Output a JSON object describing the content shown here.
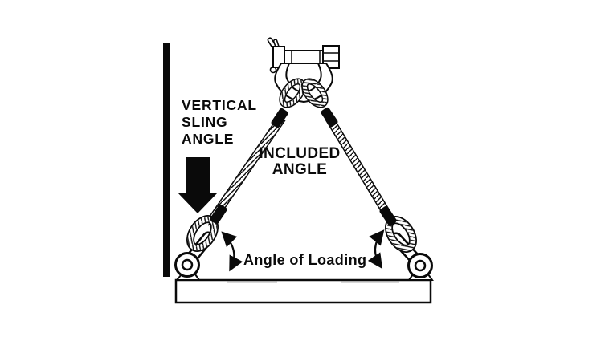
{
  "figure": {
    "background_color": "#ffffff",
    "ink_color": "#0a0a0a",
    "labels": {
      "vertical_sling_angle": [
        "VERTICAL",
        "SLING",
        "ANGLE"
      ],
      "included_angle": [
        "INCLUDED",
        "ANGLE"
      ],
      "angle_of_loading": "Angle of Loading"
    },
    "icons": {
      "vertical_bar": "vertical-reference-bar",
      "down_arrow": "solid-down-arrow",
      "shackle": "bow-shackle-with-bolt-pin",
      "rope_left": "wire-rope-sling-leg-left",
      "rope_right": "wire-rope-sling-leg-right",
      "swage": "swaged-sleeve-fitting",
      "eye": "thimble-eye-loop",
      "ring": "lifting-ring-fitting",
      "arc": "double-headed-angle-arc",
      "load": "load-beam"
    }
  }
}
